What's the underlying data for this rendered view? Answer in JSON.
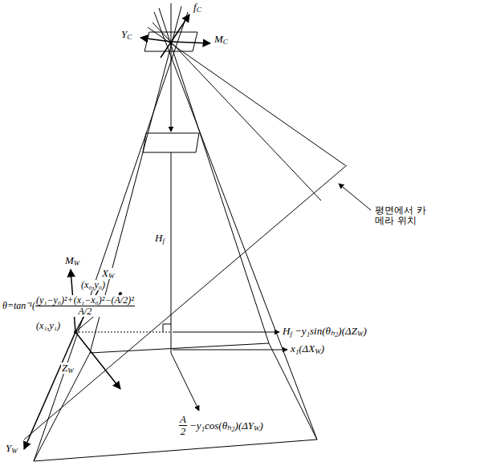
{
  "diagram": {
    "labels": [
      "f",
      "C",
      "Y",
      "C",
      "M",
      "C",
      "H",
      "f",
      "평면에서 카메라 위치",
      "(x₀,y₀)",
      "M",
      "W",
      "X",
      "W",
      "θ=tan⁻¹(",
      "(y₁−y₀)²+(x₁−x₀)²−(A/2)²",
      "A/2",
      "(x₁,y₁)",
      "Z",
      "W",
      "Y",
      "W",
      "H",
      "f",
      "−y₁sin(θₕ₂)(ΔZ",
      "W",
      ")",
      "x₁(ΔX",
      "W",
      ")",
      "A",
      "2",
      "−y₁cos(θₕ₂)(ΔY",
      "W",
      ")"
    ]
  }
}
